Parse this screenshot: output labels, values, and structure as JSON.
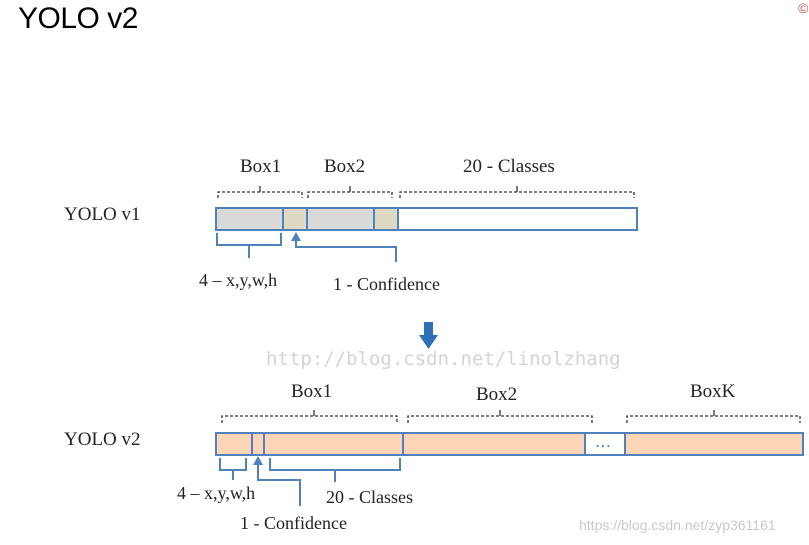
{
  "title": "YOLO v2",
  "corner_mark": "©",
  "v1": {
    "row_label": "YOLO v1",
    "box1_label": "Box1",
    "box2_label": "Box2",
    "classes_label": "20 - Classes",
    "coords_label": "4 – x,y,w,h",
    "confidence_label": "1 - Confidence"
  },
  "v2": {
    "row_label": "YOLO v2",
    "box1_label": "Box1",
    "box2_label": "Box2",
    "boxk_label": "BoxK",
    "coords_label": "4 – x,y,w,h",
    "confidence_label": "1 - Confidence",
    "classes_label": "20 - Classes",
    "ellipsis": "…"
  },
  "watermark": "http://blog.csdn.net/linolzhang",
  "footer_url": "https://blog.csdn.net/zyp361161",
  "colors": {
    "outline": "#4f81bd",
    "gray_fill": "#d9d9d9",
    "tan_fill": "#ddd9c3",
    "peach_fill": "#fbd5b5",
    "arrow": "#2e6fb5"
  }
}
